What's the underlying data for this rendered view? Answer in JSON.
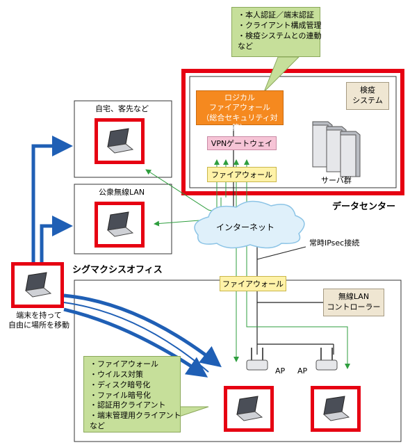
{
  "callouts": {
    "top_note": [
      "・本人認証／端末認証",
      "・クライアント構成管理",
      "・検疫システムとの連動",
      "など"
    ],
    "bottom_note": [
      "・ファイアウォール",
      "・ウイルス対策",
      "・ディスク暗号化",
      "・ファイル暗号化",
      "・認証用クライアント",
      "・端末管理用クライアント",
      "など"
    ]
  },
  "datacenter": {
    "title": "データセンター",
    "logical_firewall": [
      "ロジカル",
      "ファイアウォール",
      "（総合セキュリティ対策）"
    ],
    "vpn_gateway": "VPNゲートウェイ",
    "firewall": "ファイアウォール",
    "quarantine": [
      "検疫",
      "システム"
    ],
    "servers": "サーバ群"
  },
  "locations": {
    "home": "自宅、客先など",
    "public_lan": "公衆無線LAN",
    "office": "シグマクシスオフィス"
  },
  "network": {
    "internet": "インターネット",
    "ipsec": "常時IPsec接続",
    "office_firewall": "ファイアウォール",
    "lan_controller": [
      "無線LAN",
      "コントローラー"
    ],
    "ap1": "AP",
    "ap2": "AP"
  },
  "mobile_user": [
    "端末を持って",
    "自由に場所を移動"
  ]
}
